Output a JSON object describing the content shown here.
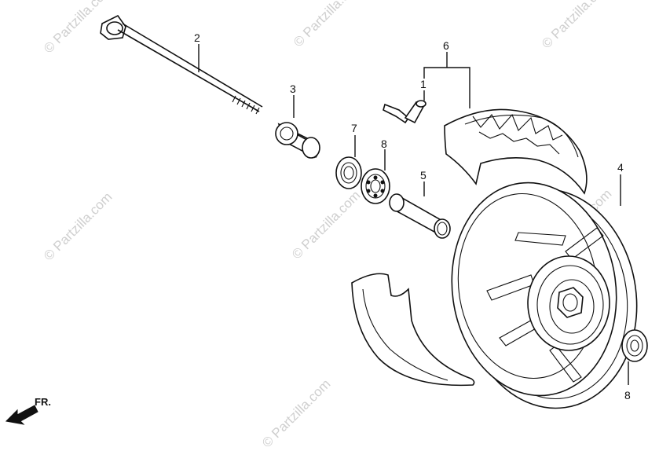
{
  "watermarks": [
    "© Partzilla.com",
    "© Partzilla.com",
    "© Partzilla.com",
    "© Partzilla.com",
    "© Partzilla.com",
    "© Partzilla.com",
    "© Partzilla.com"
  ],
  "callouts": {
    "c1": "1",
    "c2": "2",
    "c3": "3",
    "c4": "4",
    "c5": "5",
    "c6": "6",
    "c7": "7",
    "c8a": "8",
    "c8b": "8"
  },
  "front_indicator": {
    "label": "FR.",
    "icon": "arrow-front-icon"
  }
}
